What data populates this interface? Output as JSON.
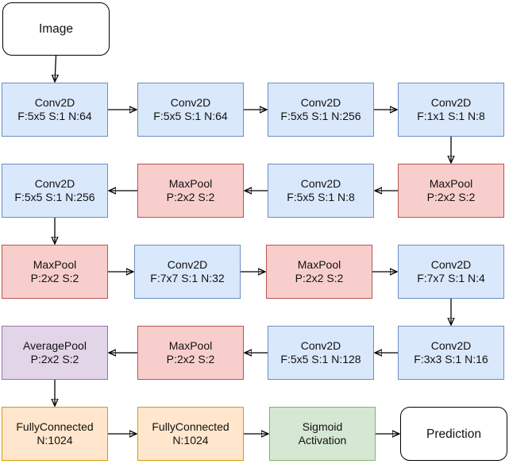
{
  "diagram": {
    "nodes": {
      "image": {
        "line1": "Image"
      },
      "r1c1": {
        "line1": "Conv2D",
        "line2": "F:5x5 S:1 N:64"
      },
      "r1c2": {
        "line1": "Conv2D",
        "line2": "F:5x5 S:1 N:64"
      },
      "r1c3": {
        "line1": "Conv2D",
        "line2": "F:5x5 S:1 N:256"
      },
      "r1c4": {
        "line1": "Conv2D",
        "line2": "F:1x1 S:1 N:8"
      },
      "r2c4": {
        "line1": "MaxPool",
        "line2": "P:2x2 S:2"
      },
      "r2c3": {
        "line1": "Conv2D",
        "line2": "F:5x5 S:1 N:8"
      },
      "r2c2": {
        "line1": "MaxPool",
        "line2": "P:2x2 S:2"
      },
      "r2c1": {
        "line1": "Conv2D",
        "line2": "F:5x5 S:1 N:256"
      },
      "r3c1": {
        "line1": "MaxPool",
        "line2": "P:2x2 S:2"
      },
      "r3c2": {
        "line1": "Conv2D",
        "line2": "F:7x7 S:1 N:32"
      },
      "r3c3": {
        "line1": "MaxPool",
        "line2": "P:2x2 S:2"
      },
      "r3c4": {
        "line1": "Conv2D",
        "line2": "F:7x7 S:1 N:4"
      },
      "r4c4": {
        "line1": "Conv2D",
        "line2": "F:3x3 S:1 N:16"
      },
      "r4c3": {
        "line1": "Conv2D",
        "line2": "F:5x5 S:1 N:128"
      },
      "r4c2": {
        "line1": "MaxPool",
        "line2": "P:2x2 S:2"
      },
      "r4c1": {
        "line1": "AveragePool",
        "line2": "P:2x2 S:2"
      },
      "r5c1": {
        "line1": "FullyConnected",
        "line2": "N:1024"
      },
      "r5c2": {
        "line1": "FullyConnected",
        "line2": "N:1024"
      },
      "r5c3": {
        "line1": "Sigmoid",
        "line2": "Activation"
      },
      "prediction": {
        "line1": "Prediction"
      }
    },
    "edges": [
      [
        "image",
        "r1c1"
      ],
      [
        "r1c1",
        "r1c2"
      ],
      [
        "r1c2",
        "r1c3"
      ],
      [
        "r1c3",
        "r1c4"
      ],
      [
        "r1c4",
        "r2c4"
      ],
      [
        "r2c4",
        "r2c3"
      ],
      [
        "r2c3",
        "r2c2"
      ],
      [
        "r2c2",
        "r2c1"
      ],
      [
        "r2c1",
        "r3c1"
      ],
      [
        "r3c1",
        "r3c2"
      ],
      [
        "r3c2",
        "r3c3"
      ],
      [
        "r3c3",
        "r3c4"
      ],
      [
        "r3c4",
        "r4c4"
      ],
      [
        "r4c4",
        "r4c3"
      ],
      [
        "r4c3",
        "r4c2"
      ],
      [
        "r4c2",
        "r4c1"
      ],
      [
        "r4c1",
        "r5c1"
      ],
      [
        "r5c1",
        "r5c2"
      ],
      [
        "r5c2",
        "r5c3"
      ],
      [
        "r5c3",
        "prediction"
      ]
    ]
  }
}
